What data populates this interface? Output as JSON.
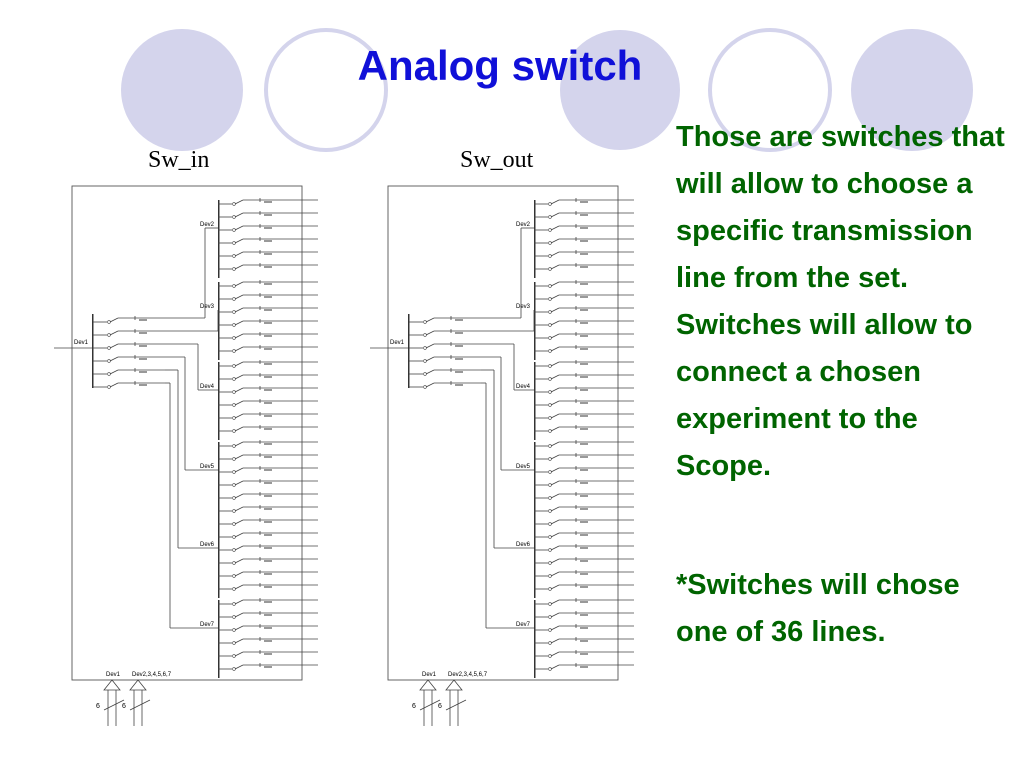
{
  "slide": {
    "title": "Analog switch",
    "sw_in_label": "Sw_in",
    "sw_out_label": "Sw_out",
    "paragraphs": [
      "Those are switches that will allow to choose a specific transmission line from the set. Switches will allow to connect a chosen experiment to the Scope.",
      "*Switches will chose one of 36 lines."
    ],
    "colors": {
      "title": "#1010d8",
      "text": "#006400",
      "circle_fill": "#d4d4ec",
      "circle_ring": "#d4d4ec"
    }
  },
  "schematic": {
    "main_device": "Dev1",
    "devices": [
      "Dev2",
      "Dev3",
      "Dev4",
      "Dev5",
      "Dev6",
      "Dev7"
    ],
    "bottom_labels": [
      "Dev1",
      "Dev2,3,4,5,6,7"
    ],
    "bus_widths": [
      "6",
      "6"
    ]
  }
}
